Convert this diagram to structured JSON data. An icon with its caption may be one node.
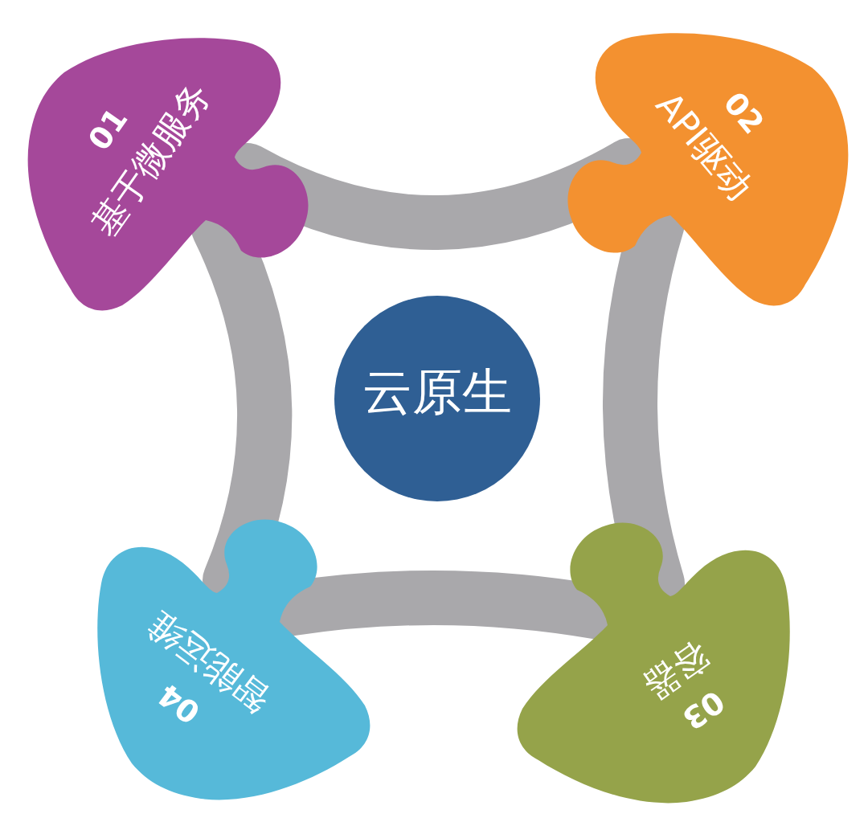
{
  "diagram": {
    "nodes": [
      {
        "text": [
          "云原生"
        ]
      },
      {
        "text": [
          "01",
          "基于微服务"
        ]
      },
      {
        "text": [
          "02",
          "API驱动"
        ]
      },
      {
        "text": [
          "03",
          "容器"
        ]
      },
      {
        "text": [
          "04",
          "智能运维"
        ]
      }
    ],
    "edges": [
      {
        "from": 1,
        "to": 2,
        "arrow": "none"
      },
      {
        "from": 2,
        "to": 3,
        "arrow": "none"
      },
      {
        "from": 3,
        "to": 4,
        "arrow": "none"
      },
      {
        "from": 4,
        "to": 1,
        "arrow": "none"
      }
    ]
  }
}
